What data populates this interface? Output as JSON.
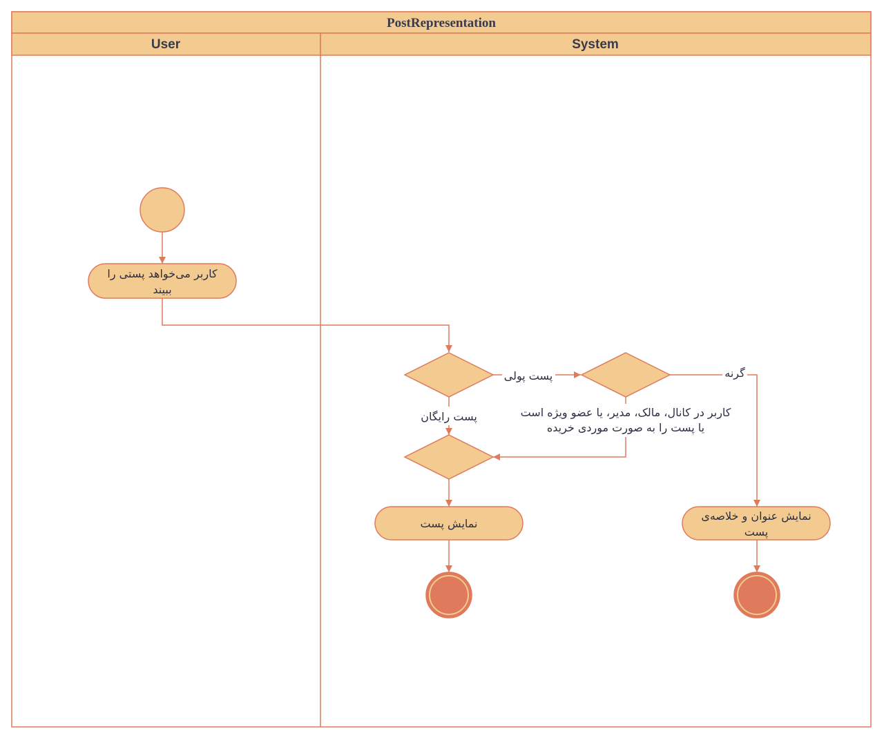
{
  "pool": {
    "title": "PostRepresentation",
    "lanes": [
      {
        "label": "User"
      },
      {
        "label": "System"
      }
    ]
  },
  "nodes": {
    "user_wants_view": {
      "lines": [
        "کاربر می‌خواهد پستی را",
        "ببیند"
      ]
    },
    "show_post": {
      "lines": [
        "نمایش پست"
      ]
    },
    "show_title_summary": {
      "lines": [
        "نمایش عنوان و خلاصه‌ی",
        "پست"
      ]
    }
  },
  "edges": {
    "paid_post": "پست پولی",
    "free_post": "پست رایگان",
    "otherwise": "گرنه",
    "authorized": [
      "کاربر در کانال، مالک، مدیر، یا عضو ویژه است",
      "یا پست را به صورت موردی خریده"
    ]
  },
  "colors": {
    "fill": "#f3cb91",
    "stroke": "#df7a5c",
    "final_fill": "#df7a5c"
  }
}
